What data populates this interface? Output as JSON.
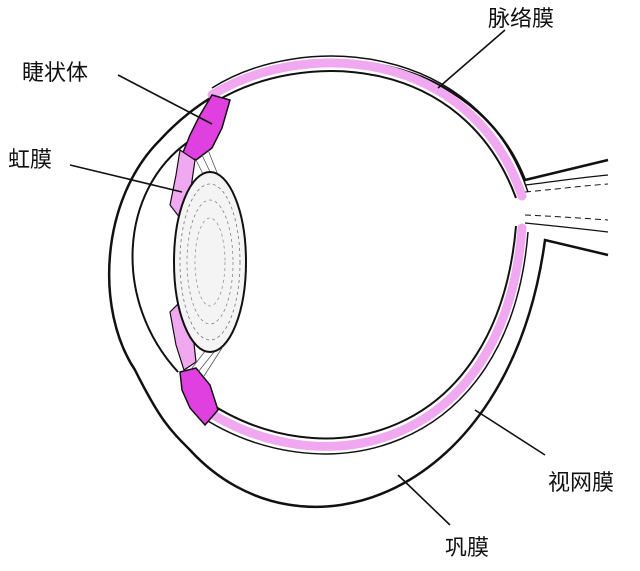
{
  "labels": {
    "ciliary_body": "睫状体",
    "iris": "虹膜",
    "choroid": "脉络膜",
    "retina": "视网膜",
    "sclera": "巩膜"
  },
  "colors": {
    "background": "#ffffff",
    "outline": "#111111",
    "choroid_fill": "#f0a8f0",
    "ciliary_fill": "#e040e0",
    "lens_fill": "#f4f4f4"
  }
}
